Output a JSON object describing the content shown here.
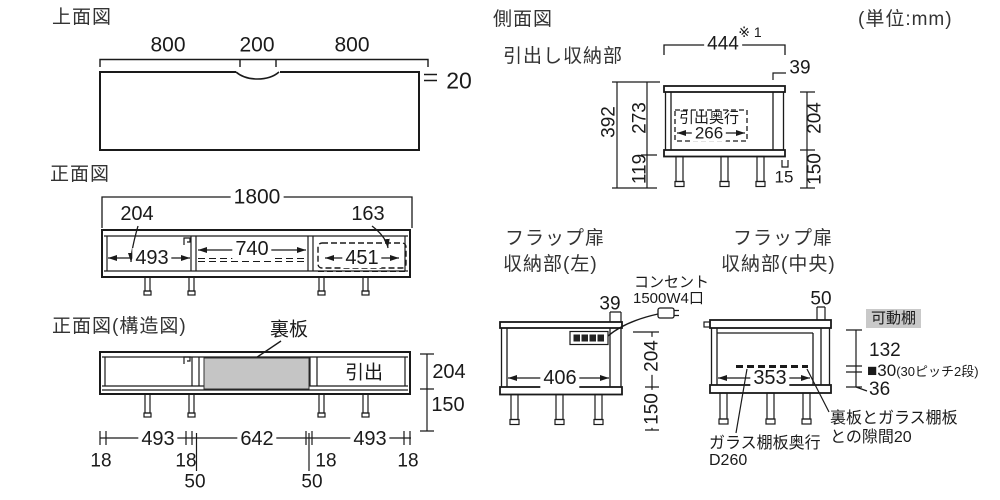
{
  "unit_note": "(単位:mm)",
  "top_view": {
    "title": "上面図",
    "dim_left": "800",
    "dim_center": "200",
    "dim_right": "800",
    "thickness": "20"
  },
  "front_view": {
    "title": "正面図",
    "width_total": "1800",
    "depth_left": "204",
    "drawer_front": "163",
    "width_left": "493",
    "width_center": "740",
    "drawer_width": "451"
  },
  "structure_view": {
    "title": "正面図(構造図)",
    "back_panel_label": "裏板",
    "drawer_label": "引出",
    "height_body": "204",
    "height_leg": "150",
    "width_left": "493",
    "width_center": "642",
    "width_right": "493",
    "edges": [
      "18",
      "18",
      "18",
      "18"
    ],
    "leg_offsets": [
      "50",
      "50"
    ]
  },
  "side_view": {
    "title": "側面図",
    "subtitle": "引出し収納部",
    "ref_mark": "※ 1",
    "depth_total": "444",
    "overhang_back": "39",
    "height_total": "392",
    "height_inner": "273",
    "height_leg_area": "119",
    "drawer_depth_label": "引出奥行",
    "drawer_depth": "266",
    "height_body": "204",
    "height_leg": "150",
    "leg_inset": "15"
  },
  "flap_left": {
    "title_line1": "フラップ扉",
    "title_line2": "収納部(左)",
    "outlet_line1": "コンセント",
    "outlet_line2": "1500W4口",
    "overhang": "39",
    "inner_width": "406",
    "height_body": "204",
    "height_leg": "150"
  },
  "flap_center": {
    "title_line1": "フラップ扉",
    "title_line2": "収納部(中央)",
    "overhang": "50",
    "shelf_tag": "可動棚",
    "dim_upper": "132",
    "pitch_main": "■30",
    "pitch_note": "(30ピッチ2段)",
    "dim_lower": "36",
    "inner_width": "353",
    "gap_note_line1": "裏板とガラス棚板",
    "gap_note_line2": "との隙間20",
    "shelf_note_line1": "ガラス棚板奥行",
    "shelf_note_line2": "D260"
  }
}
